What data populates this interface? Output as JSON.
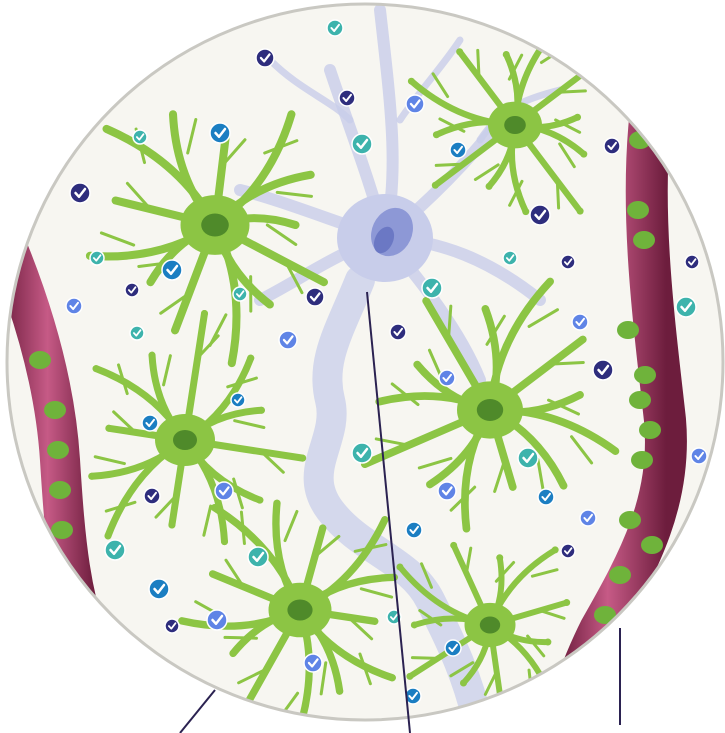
{
  "diagram": {
    "colors": {
      "background": "#ffffff",
      "circle_fill": "#f7f6f1",
      "circle_stroke": "#c9c8c2",
      "astrocyte": "#8cc544",
      "astrocyte_dark": "#4f8a2a",
      "astrocyte_end_foot": "#6fb33b",
      "neuron": "#c8cdea",
      "neuron_nucleus": "#8d98d6",
      "neuron_nucleolus": "#6b78c4",
      "vessel_outer": "#7a2346",
      "vessel_inner": "#c65a86",
      "leader_line": "#2b2251",
      "molecule_teal": "#3db3ac",
      "molecule_blue": "#1b7ec2",
      "molecule_indigo": "#2e2d7d",
      "molecule_periwinkle": "#5f84e6",
      "check_mark": "#ffffff"
    },
    "components": [
      "astrocyte",
      "neuron",
      "blood-vessel",
      "molecule"
    ],
    "icons": [
      "check-icon"
    ],
    "leader_line_count": 3
  }
}
